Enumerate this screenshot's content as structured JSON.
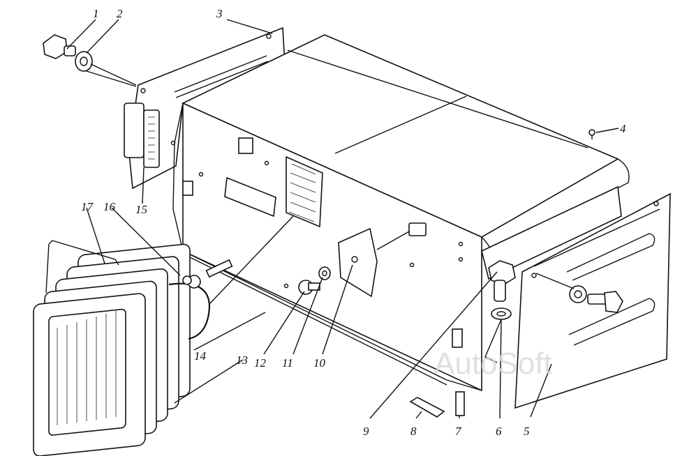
{
  "diagram": {
    "labels": [
      "1",
      "2",
      "3",
      "4",
      "5",
      "6",
      "7",
      "8",
      "9",
      "10",
      "11",
      "12",
      "13",
      "14",
      "15",
      "16",
      "17"
    ],
    "watermark": "AutoSoft"
  }
}
